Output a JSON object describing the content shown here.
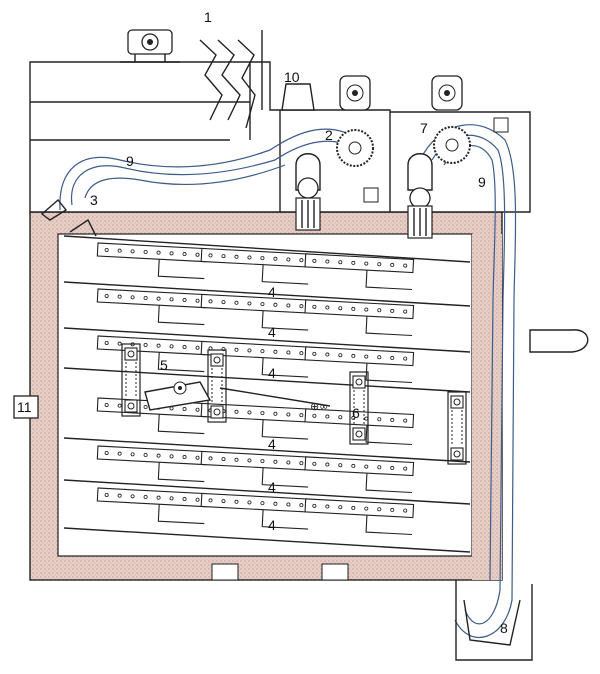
{
  "labels": {
    "l1": "1",
    "l2": "2",
    "l3": "3",
    "l4": "4",
    "l5": "5",
    "l6": "6",
    "l7": "7",
    "l8": "8",
    "l9": "9",
    "l10": "10",
    "l11": "11"
  },
  "colors": {
    "insulation": "#e7cfc8",
    "insulation_dot": "#b88a80",
    "line": "#222222",
    "airflow": "#3c5c8a"
  },
  "icons": [
    "motor-icon",
    "fan-icon",
    "conveyor-chain-icon",
    "trolley-icon"
  ]
}
